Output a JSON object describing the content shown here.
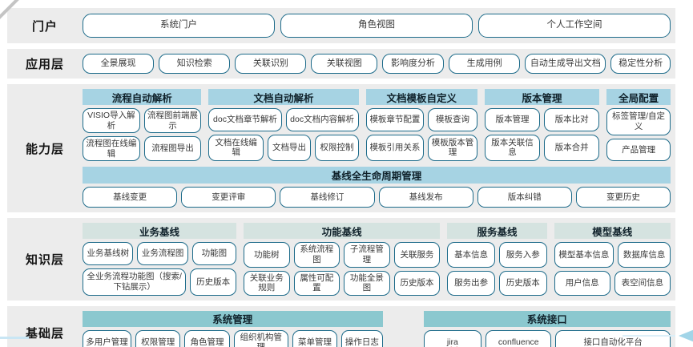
{
  "colors": {
    "band-bg": "#ececec",
    "header-blue": "#a6d3e3",
    "header-sage": "#d5e3e0",
    "header-teal": "#8bc8cf",
    "button-border": "#1d6b8a",
    "accent-arrow": "#a2d5e8"
  },
  "layers": [
    {
      "id": "portal",
      "label": "门户",
      "groups": [
        {
          "flex": 1,
          "rows": [
            [
              {
                "label": "系统门户"
              },
              {
                "label": "角色视图"
              },
              {
                "label": "个人工作空间"
              }
            ]
          ]
        }
      ]
    },
    {
      "id": "application",
      "label": "应用层",
      "groups": [
        {
          "flex": 1,
          "rows": [
            [
              {
                "label": "全景展现"
              },
              {
                "label": "知识检索"
              },
              {
                "label": "关联识别"
              },
              {
                "label": "关联视图",
                "f": 0.92
              },
              {
                "label": "影响度分析",
                "f": 0.85
              },
              {
                "label": "生成用例"
              },
              {
                "label": "自动生成导出文档",
                "f": 1.15
              },
              {
                "label": "稳定性分析",
                "f": 0.82
              }
            ]
          ]
        }
      ]
    },
    {
      "id": "capability",
      "label": "能力层",
      "groups": [
        {
          "header": "流程自动解析",
          "tone": "blue",
          "flex": 145,
          "rows": [
            [
              {
                "label": "VISIO导入解析"
              },
              {
                "label": "流程图前端展示"
              }
            ],
            [
              {
                "label": "流程图在线编辑"
              },
              {
                "label": "流程图导出"
              }
            ]
          ]
        },
        {
          "header": "文档自动解析",
          "tone": "blue",
          "flex": 183,
          "rows": [
            [
              {
                "label": "doc文档章节解析"
              },
              {
                "label": "doc文档内容解析"
              }
            ],
            [
              {
                "label": "文档在线编辑",
                "f": 1.3
              },
              {
                "label": "文档导出"
              },
              {
                "label": "权限控制"
              }
            ]
          ]
        },
        {
          "header": "文档模板自定义",
          "tone": "blue",
          "flex": 136,
          "rows": [
            [
              {
                "label": "模板章节配置",
                "f": 1.2
              },
              {
                "label": "模板查询"
              }
            ],
            [
              {
                "label": "模板引用关系",
                "f": 1.2
              },
              {
                "label": "模板版本管理"
              }
            ]
          ]
        },
        {
          "header": "版本管理",
          "tone": "blue",
          "flex": 140,
          "rows": [
            [
              {
                "label": "版本管理"
              },
              {
                "label": "版本比对"
              }
            ],
            [
              {
                "label": "版本关联信息"
              },
              {
                "label": "版本合并"
              }
            ]
          ]
        },
        {
          "header": "全局配置",
          "tone": "blue",
          "flex": 78,
          "rows": [
            [
              {
                "label": "标签管理/自定义"
              }
            ],
            [
              {
                "label": "产品管理"
              }
            ]
          ]
        }
      ],
      "banner": {
        "label": "基线全生命周期管理",
        "items": [
          "基线变更",
          "变更评审",
          "基线修订",
          "基线发布",
          "版本纠错",
          "变更历史"
        ]
      }
    },
    {
      "id": "knowledge",
      "label": "知识层",
      "groups": [
        {
          "header": "业务基线",
          "tone": "sage",
          "flex": 190,
          "rows": [
            [
              {
                "label": "业务基线树"
              },
              {
                "label": "业务流程图"
              },
              {
                "label": "功能图",
                "f": 0.85
              }
            ],
            [
              {
                "label": "全业务流程功能图（搜索/下钻展示）",
                "f": 2.45
              },
              {
                "label": "历史版本"
              }
            ]
          ]
        },
        {
          "header": "功能基线",
          "tone": "sage",
          "flex": 243,
          "rows": [
            [
              {
                "label": "功能树"
              },
              {
                "label": "系统流程图"
              },
              {
                "label": "子流程管理"
              },
              {
                "label": "关联服务"
              }
            ],
            [
              {
                "label": "关联业务规则"
              },
              {
                "label": "属性可配置"
              },
              {
                "label": "功能全景图"
              },
              {
                "label": "历史版本"
              }
            ]
          ]
        },
        {
          "header": "服务基线",
          "tone": "sage",
          "flex": 123,
          "rows": [
            [
              {
                "label": "基本信息"
              },
              {
                "label": "服务入参"
              }
            ],
            [
              {
                "label": "服务出参"
              },
              {
                "label": "历史版本"
              }
            ]
          ]
        },
        {
          "header": "模型基线",
          "tone": "sage",
          "flex": 144,
          "rows": [
            [
              {
                "label": "模型基本信息",
                "f": 1.15
              },
              {
                "label": "数据库信息"
              }
            ],
            [
              {
                "label": "用户信息"
              },
              {
                "label": "表空间信息"
              }
            ]
          ]
        }
      ]
    },
    {
      "id": "foundation",
      "label": "基础层",
      "groups": [
        {
          "header": "系统管理",
          "tone": "teal",
          "flex": 374,
          "rows": [
            [
              {
                "label": "多用户管理",
                "f": 1.1
              },
              {
                "label": "权限管理"
              },
              {
                "label": "角色管理"
              },
              {
                "label": "组织机构管理",
                "f": 1.25
              },
              {
                "label": "菜单管理"
              },
              {
                "label": "操作日志",
                "f": 0.9
              }
            ]
          ]
        },
        {
          "header": "系统接口",
          "tone": "teal",
          "flex": 308,
          "gap_before": 42,
          "rows": [
            [
              {
                "label": "jira",
                "wavy": true
              },
              {
                "label": "confluence",
                "f": 1.15
              },
              {
                "label": "接口自动化平台",
                "f": 2.1
              }
            ]
          ]
        }
      ]
    }
  ]
}
